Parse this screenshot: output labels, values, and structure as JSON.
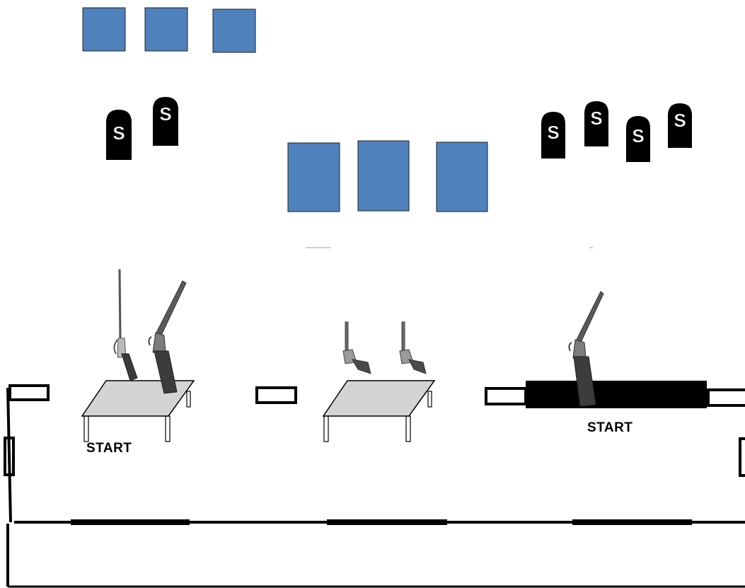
{
  "labels": {
    "start_left": "START",
    "start_right": "START"
  },
  "markers": {
    "steel_glyph": "S"
  },
  "colors": {
    "paper_target_fill": "#4f81bd",
    "paper_target_stroke": "#1f1f1f",
    "steel_target_fill": "#000000",
    "steel_glyph": "#ffffff",
    "table_top": "#d4d4d4",
    "table_leg": "#ffffff",
    "barrier_fill": "#000000",
    "fault_line": "#000000",
    "gun_stroke": "#4a4a4a",
    "gun_fill": "#8a8a8a"
  },
  "icons": {
    "paper_target": "paper-target-icon",
    "steel_target": "steel-plate-icon",
    "rifle": "lever-rifle-icon",
    "shotgun": "shotgun-icon",
    "revolver": "revolver-icon",
    "table": "prop-table",
    "port": "port-window-icon"
  }
}
